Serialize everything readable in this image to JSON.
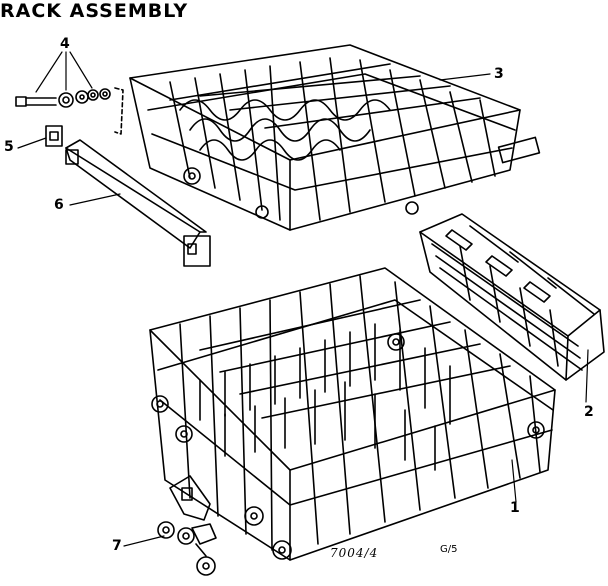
{
  "title": "RACK ASSEMBLY",
  "callouts": {
    "c1": "1",
    "c2": "2",
    "c3": "3",
    "c4": "4",
    "c5": "5",
    "c6": "6",
    "c7": "7"
  },
  "drawing_code": "7004/4",
  "sheet_code": "G/5"
}
